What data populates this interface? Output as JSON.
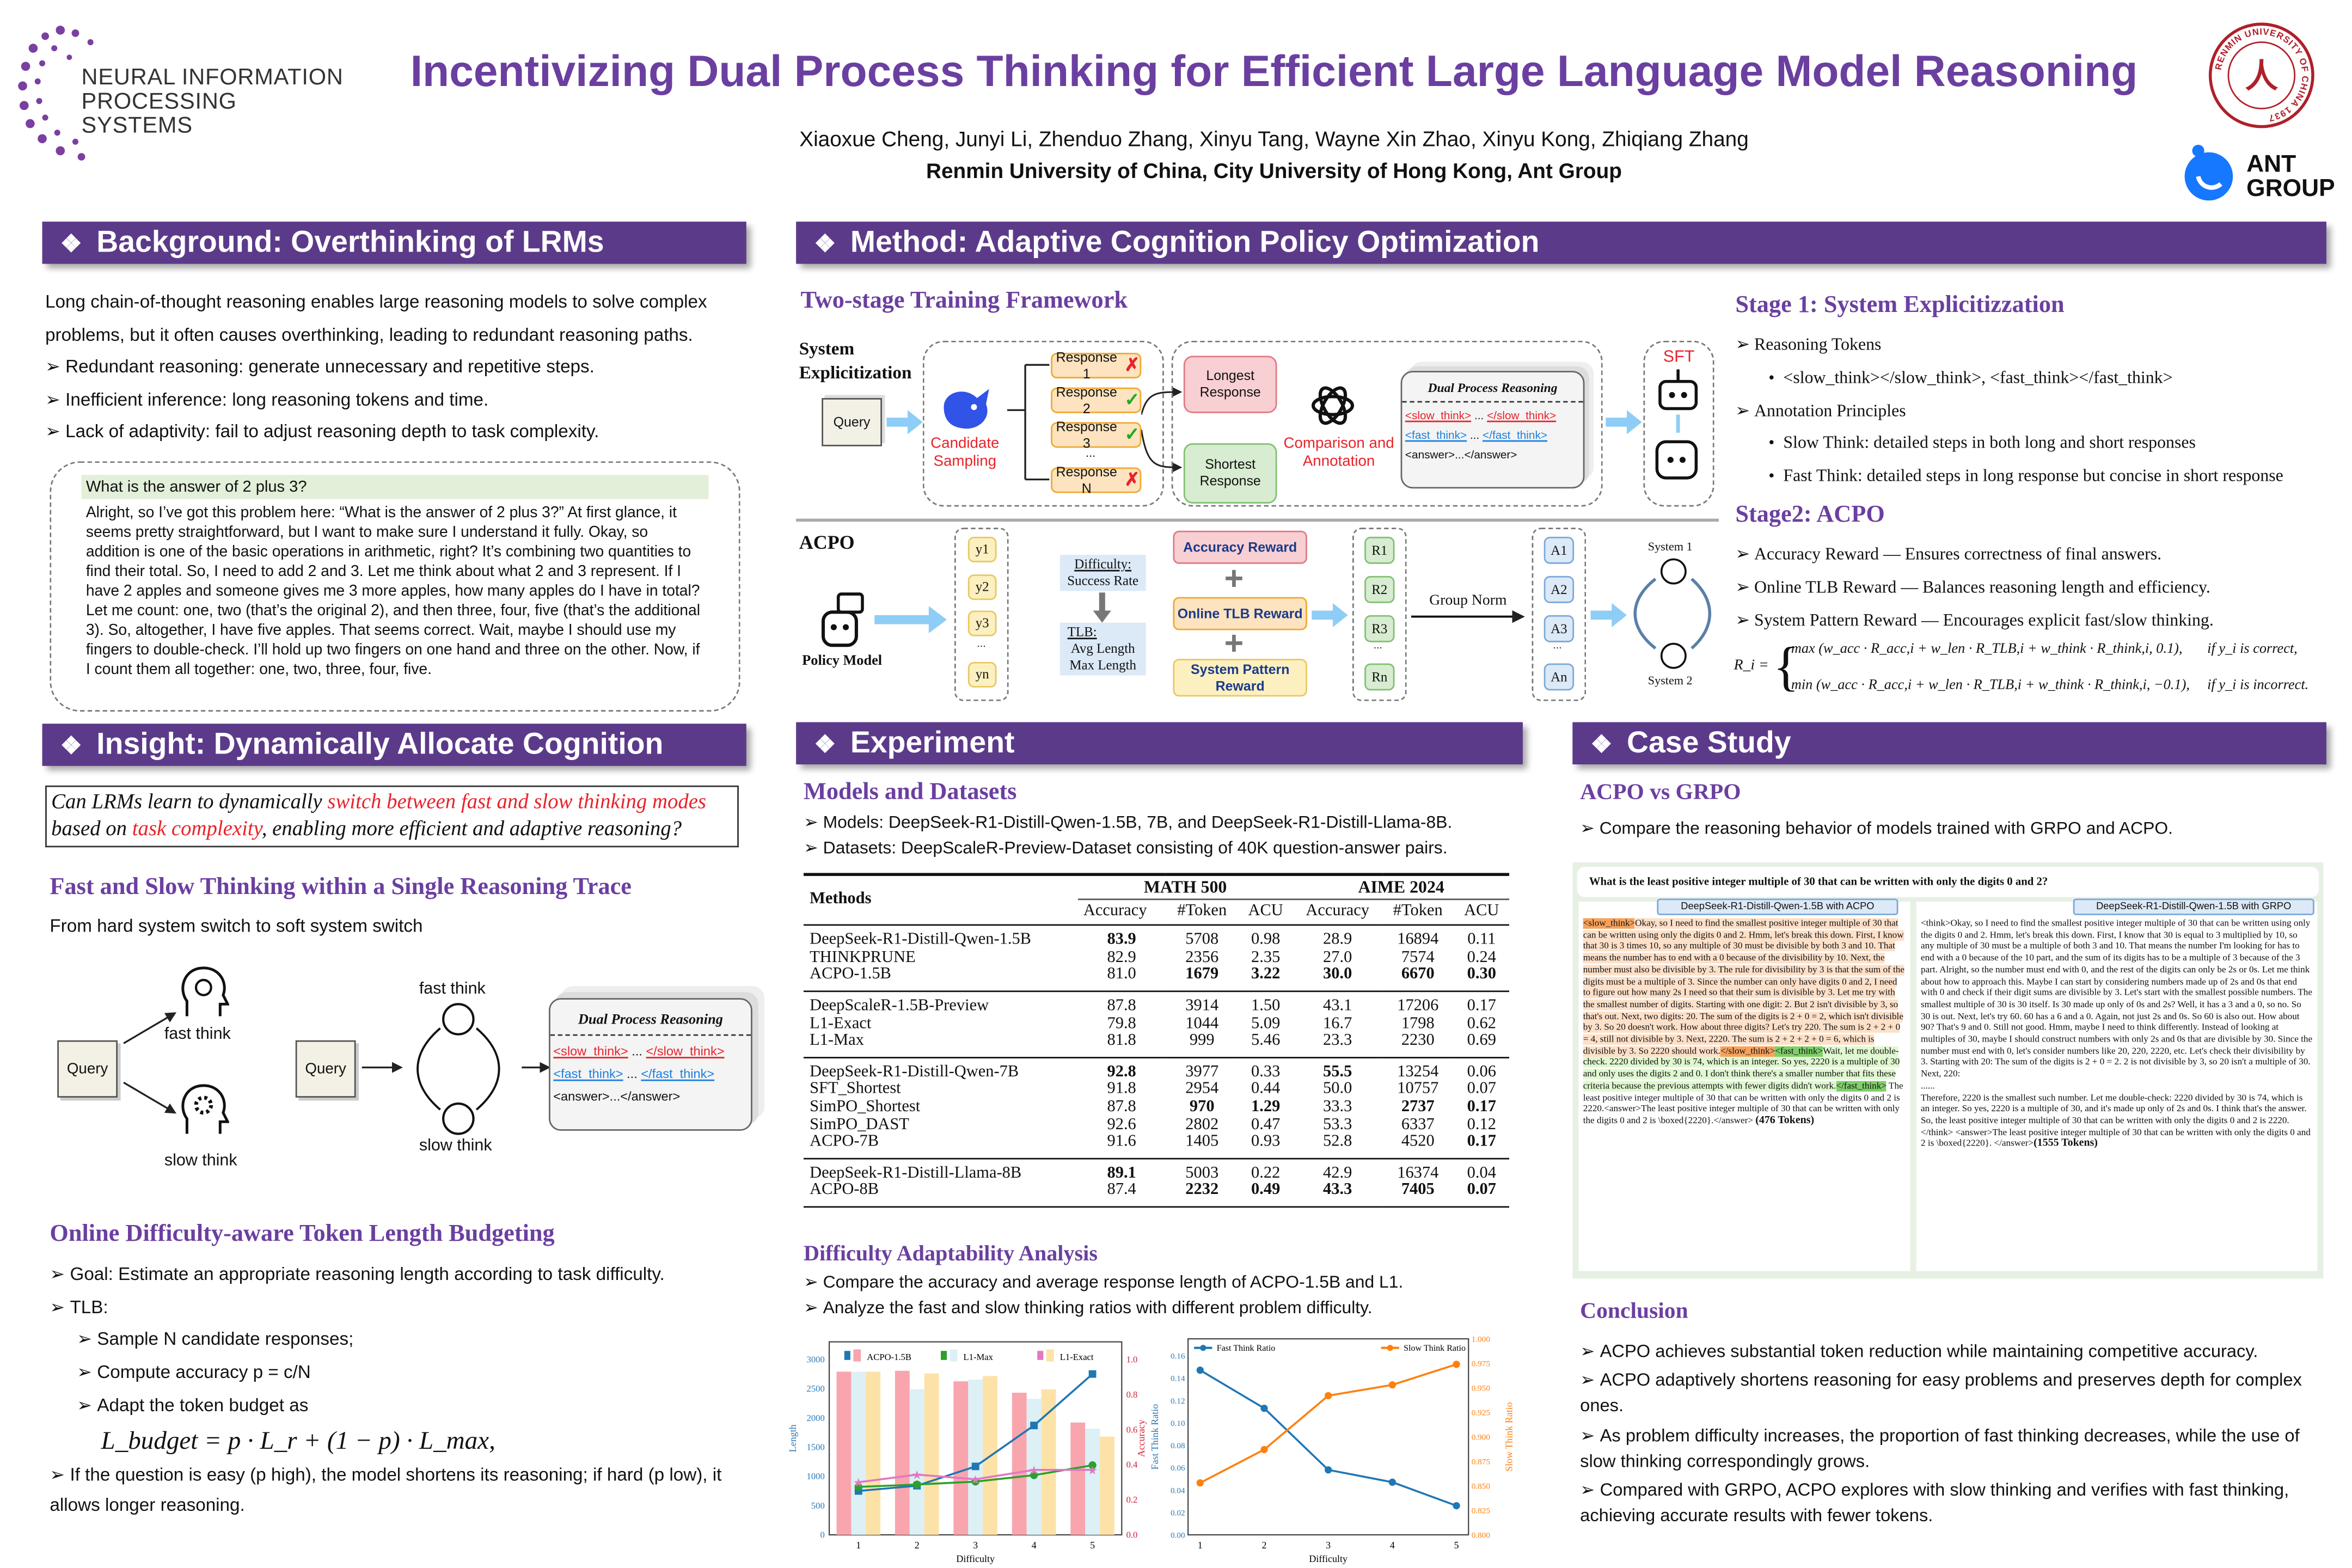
{
  "header": {
    "logo_text": "NEURAL INFORMATION PROCESSING SYSTEMS",
    "logo_line1": "NEURAL INFORMATION",
    "logo_line2": "PROCESSING SYSTEMS",
    "title": "Incentivizing Dual Process Thinking for Efficient Large Language Model Reasoning",
    "authors": "Xiaoxue Cheng, Junyi Li, Zhenduo Zhang, Xinyu Tang, Wayne Xin Zhao, Xinyu Kong, Zhiqiang Zhang",
    "affiliations": "Renmin University of China,  City University of Hong Kong, Ant Group",
    "ruc_logo_text": "RENMIN UNIVERSITY OF CHINA 1937",
    "ant_line1": "ANT",
    "ant_line2": "GROUP"
  },
  "background": {
    "heading": "Background: Overthinking of LRMs",
    "intro": "Long chain-of-thought reasoning enables large reasoning models to solve complex problems, but it often causes overthinking, leading to redundant reasoning paths.",
    "bullets": [
      "Redundant reasoning: generate unnecessary and repetitive steps.",
      "Inefficient inference: long reasoning tokens and time.",
      "Lack of adaptivity: fail to adjust reasoning depth to task complexity."
    ],
    "example_question": "What is the answer of 2 plus 3?",
    "example_response": "Alright, so I’ve got this problem here: “What is the answer of 2 plus 3?” At first glance, it seems pretty straightforward, but I want to make sure I understand it fully. Okay, so addition is one of the basic operations in arithmetic, right? It’s combining two quantities to find their total. So, I need to add 2 and 3. Let me think about what 2 and 3 represent. If I have 2 apples and someone gives me 3 more apples, how many apples do I have in total? Let me count: one, two (that’s the original 2), and then three, four, five (that’s the additional 3). So, altogether, I have five apples. That seems correct. Wait, maybe I should use my fingers to double-check. I’ll hold up two fingers on one hand and three on the other. Now, if I count them all together: one, two, three, four, five."
  },
  "insight": {
    "heading": "Insight: Dynamically Allocate Cognition",
    "q_pre": "Can LRMs learn to dynamically ",
    "q_red1": "switch between fast and slow thinking modes",
    "q_mid": " based on ",
    "q_red2": "task complexity",
    "q_post": ", enabling more efficient and adaptive reasoning?",
    "sub1": "Fast and Slow Thinking within a Single Reasoning Trace",
    "sub1_text": "From hard system switch to soft system switch",
    "query": "Query",
    "fast_think": "fast think",
    "slow_think": "slow think",
    "dpr_title": "Dual Process Reasoning",
    "slow_open": "<slow_think>",
    "slow_close": "</slow_think>",
    "fast_open": "<fast_think>",
    "fast_close": "</fast_think>",
    "ellipsis": "...",
    "answer_tag": "<answer>...</answer>",
    "sub2": "Online Difficulty-aware Token Length Budgeting",
    "goal": "Goal: Estimate an appropriate reasoning length according to task difficulty.",
    "tlb": "TLB:",
    "tlb_steps": [
      "Sample N candidate responses;",
      "Compute accuracy p = c/N",
      "Adapt the token budget as"
    ],
    "formula": "L_budget = p · L_r + (1 − p) · L_max,",
    "conclusion": "If the question is easy (p high), the model shortens its reasoning; if hard (p low), it allows longer reasoning."
  },
  "method": {
    "heading": "Method: Adaptive Cognition Policy Optimization",
    "sub": "Two-stage Training Framework",
    "stage1_label": "System Explicitization",
    "query": "Query",
    "candidate_sampling": "Candidate Sampling",
    "responses": [
      "Response 1",
      "Response 2",
      "Response 3",
      "...",
      "Response N"
    ],
    "response_marks": [
      "✗",
      "✓",
      "✓",
      "",
      "✗"
    ],
    "longest": "Longest Response",
    "shortest": "Shortest Response",
    "comparison": "Comparison and Annotation",
    "dpr_title": "Dual Process Reasoning",
    "sft": "SFT",
    "acpo_label": "ACPO",
    "policy_model": "Policy Model",
    "ys": [
      "y1",
      "y2",
      "y3",
      "...",
      "yn"
    ],
    "difficulty": "Difficulty:",
    "success_rate": "Success Rate",
    "tlb": "TLB:",
    "avg_len": "Avg Length",
    "max_len": "Max Length",
    "acc_reward": "Accuracy Reward",
    "tlb_reward": "Online TLB Reward",
    "sp_reward": "System Pattern Reward",
    "plus": "+",
    "rs": [
      "R1",
      "R2",
      "R3",
      "...",
      "Rn"
    ],
    "group_norm": "Group Norm",
    "as": [
      "A1",
      "A2",
      "A3",
      "...",
      "An"
    ],
    "system1": "System 1",
    "system2": "System 2",
    "stage1_title": "Stage 1: System Explicitizzation",
    "reasoning_tokens": "Reasoning Tokens",
    "tokens": "<slow_think></slow_think>, <fast_think></fast_think>",
    "annotation": "Annotation Principles",
    "slow_rule": "Slow Think: detailed steps in both long and short responses",
    "fast_rule": "Fast Think: detailed steps in long response but concise in short response",
    "stage2_title": "Stage2: ACPO",
    "s2_bullets": [
      "Accuracy Reward — Ensures correctness of final answers.",
      "Online TLB Reward — Balances reasoning length and efficiency.",
      "System Pattern Reward — Encourages explicit fast/slow thinking."
    ],
    "eq_lhs": "R_i =",
    "eq_case1": "max (w_acc · R_acc,i + w_len · R_TLB,i + w_think · R_think,i, 0.1),",
    "eq_cond1": "if y_i is correct,",
    "eq_case2": "min (w_acc · R_acc,i + w_len · R_TLB,i + w_think · R_think,i, −0.1),",
    "eq_cond2": "if y_i is incorrect."
  },
  "experiment": {
    "heading": "Experiment",
    "sub1": "Models and Datasets",
    "models": "Models: DeepSeek-R1-Distill-Qwen-1.5B, 7B, and DeepSeek-R1-Distill-Llama-8B.",
    "datasets": "Datasets: DeepScaleR-Preview-Dataset consisting of 40K question-answer pairs.",
    "table": {
      "methods_header": "Methods",
      "groups": [
        "MATH 500",
        "AIME 2024"
      ],
      "cols": [
        "Accuracy",
        "#Token",
        "ACU",
        "Accuracy",
        "#Token",
        "ACU"
      ],
      "blocks": [
        [
          {
            "m": "DeepSeek-R1-Distill-Qwen-1.5B",
            "v": [
              "83.9",
              "5708",
              "0.98",
              "28.9",
              "16894",
              "0.11"
            ],
            "b": [
              0
            ]
          },
          {
            "m": "THINKPRUNE",
            "v": [
              "82.9",
              "2356",
              "2.35",
              "27.0",
              "7574",
              "0.24"
            ],
            "b": []
          },
          {
            "m": "ACPO-1.5B",
            "v": [
              "81.0",
              "1679",
              "3.22",
              "30.0",
              "6670",
              "0.30"
            ],
            "b": [
              1,
              2,
              3,
              4,
              5
            ]
          }
        ],
        [
          {
            "m": "DeepScaleR-1.5B-Preview",
            "v": [
              "87.8",
              "3914",
              "1.50",
              "43.1",
              "17206",
              "0.17"
            ],
            "b": []
          },
          {
            "m": "L1-Exact",
            "v": [
              "79.8",
              "1044",
              "5.09",
              "16.7",
              "1798",
              "0.62"
            ],
            "b": []
          },
          {
            "m": "L1-Max",
            "v": [
              "81.8",
              "999",
              "5.46",
              "23.3",
              "2230",
              "0.69"
            ],
            "b": []
          }
        ],
        [
          {
            "m": "DeepSeek-R1-Distill-Qwen-7B",
            "v": [
              "92.8",
              "3977",
              "0.33",
              "55.5",
              "13254",
              "0.06"
            ],
            "b": [
              0,
              3
            ]
          },
          {
            "m": "SFT_Shortest",
            "v": [
              "91.8",
              "2954",
              "0.44",
              "50.0",
              "10757",
              "0.07"
            ],
            "b": []
          },
          {
            "m": "SimPO_Shortest",
            "v": [
              "87.8",
              "970",
              "1.29",
              "33.3",
              "2737",
              "0.17"
            ],
            "b": [
              1,
              2,
              4,
              5
            ]
          },
          {
            "m": "SimPO_DAST",
            "v": [
              "92.6",
              "2802",
              "0.47",
              "53.3",
              "6337",
              "0.12"
            ],
            "b": []
          },
          {
            "m": "ACPO-7B",
            "v": [
              "91.6",
              "1405",
              "0.93",
              "52.8",
              "4520",
              "0.17"
            ],
            "b": [
              5
            ]
          }
        ],
        [
          {
            "m": "DeepSeek-R1-Distill-Llama-8B",
            "v": [
              "89.1",
              "5003",
              "0.22",
              "42.9",
              "16374",
              "0.04"
            ],
            "b": [
              0
            ]
          },
          {
            "m": "ACPO-8B",
            "v": [
              "87.4",
              "2232",
              "0.49",
              "43.3",
              "7405",
              "0.07"
            ],
            "b": [
              1,
              2,
              3,
              4,
              5
            ]
          }
        ]
      ]
    },
    "sub2": "Difficulty Adaptability Analysis",
    "analysis": [
      "Compare the accuracy and average response length of ACPO-1.5B and L1.",
      "Analyze the fast and slow thinking ratios with different problem difficulty."
    ]
  },
  "chart_data": [
    {
      "type": "bar",
      "xlabel": "Difficulty",
      "ylabel": "Length",
      "y2label": "Accuracy",
      "categories": [
        "1",
        "2",
        "3",
        "4",
        "5"
      ],
      "ylim": [
        0,
        3300
      ],
      "yticks": [
        0,
        500,
        1000,
        1500,
        2000,
        2500,
        3000
      ],
      "y2lim": [
        0,
        1.1
      ],
      "y2ticks": [
        0.0,
        0.2,
        0.4,
        0.6,
        0.8,
        1.0
      ],
      "legend": "top",
      "bar_series_axis": "Accuracy",
      "line_series_axis": "Length",
      "series": [
        {
          "name": "ACPO-1.5B",
          "bar_color": "#f8a5ad",
          "line_color": "#1f77b4",
          "marker": "square",
          "accuracy": [
            0.93,
            0.935,
            0.875,
            0.81,
            0.64
          ],
          "length": [
            750,
            840,
            1170,
            1870,
            2750
          ]
        },
        {
          "name": "L1-Max",
          "bar_color": "#dcf0f6",
          "line_color": "#2ca02c",
          "marker": "circle",
          "accuracy": [
            0.93,
            0.83,
            0.885,
            0.775,
            0.605
          ],
          "length": [
            820,
            860,
            910,
            1020,
            1190
          ]
        },
        {
          "name": "L1-Exact",
          "bar_color": "#fde2a8",
          "line_color": "#e377c2",
          "marker": "star",
          "accuracy": [
            0.93,
            0.92,
            0.905,
            0.83,
            0.56
          ],
          "length": [
            900,
            1030,
            950,
            1110,
            1110
          ]
        }
      ]
    },
    {
      "type": "line",
      "xlabel": "Difficulty",
      "ylabel": "Fast Think Ratio",
      "y2label": "Slow Think Ratio",
      "x": [
        1,
        2,
        3,
        4,
        5
      ],
      "ylim": [
        0,
        0.175
      ],
      "yticks": [
        "0.00",
        "0.02",
        "0.04",
        "0.06",
        "0.08",
        "0.10",
        "0.12",
        "0.14",
        "0.16"
      ],
      "y2lim": [
        0.8,
        1.0
      ],
      "y2ticks": [
        "0.800",
        "0.825",
        "0.850",
        "0.875",
        "0.900",
        "0.925",
        "0.950",
        "0.975",
        "1.000"
      ],
      "legend": "top",
      "series": [
        {
          "name": "Fast Think Ratio",
          "axis": "left",
          "color": "#1f77b4",
          "values": [
            0.147,
            0.113,
            0.058,
            0.047,
            0.026
          ]
        },
        {
          "name": "Slow Think Ratio",
          "axis": "right",
          "color": "#ff7f0e",
          "values": [
            0.853,
            0.887,
            0.942,
            0.953,
            0.974
          ]
        }
      ]
    }
  ],
  "case": {
    "heading": "Case Study",
    "sub": "ACPO vs GRPO",
    "intro": "Compare the reasoning behavior of models trained with GRPO and ACPO.",
    "question": "What is the least positive integer multiple of 30 that can be written with only the digits 0 and 2?",
    "acpo_label": "DeepSeek-R1-Distill-Qwen-1.5B with ACPO",
    "grpo_label": "DeepSeek-R1-Distill-Qwen-1.5B with GRPO",
    "acpo": {
      "slow_open": "<slow_think>",
      "slow_text": "Okay, so I need to find the smallest positive integer multiple of 30 that can be written using only the digits 0 and 2. Hmm, let's break this down. First, I know that 30 is 3 times 10, so any multiple of 30 must be divisible by both 3 and 10. That means the number has to end with a 0 because of the divisibility by 10. Next, the number must also be divisible by 3. The rule for divisibility by 3 is that the sum of the digits must be a multiple of 3. Since the number can only have digits 0 and 2, I need to figure out how many 2s I need so that their sum is divisible by 3. Let me try with the smallest number of digits. Starting with one digit: 2. But 2 isn't divisible by 3, so that's out. Next, two digits: 20. The sum of the digits is 2 + 0 = 2, which isn't divisible by 3. So 20 doesn't work. How about three digits? Let's try 220. The sum is 2 + 2 + 0 = 4, still not divisible by 3. Next, 2220. The sum is 2 + 2 + 2 + 0 = 6, which is divisible by 3. So 2220 should work.",
      "slow_close": "</slow_think>",
      "fast_open": "<fast_think>",
      "fast_text": "Wait, let me double-check. 2220 divided by 30 is 74, which is an integer. So yes, 2220 is a multiple of 30 and only uses the digits 2 and 0. I don't think there's a smaller number that fits these criteria because the previous attempts with fewer digits didn't work.",
      "fast_close": "</fast_think>",
      "answer": "The least positive integer multiple of 30 that can be written with only the digits 0 and 2 is 2220.<answer>The least positive integer multiple of 30 that can be written with only the digits 0 and 2 is \\boxed{2220}.</answer> ",
      "tokens": "(476 Tokens)"
    },
    "grpo": {
      "text1": "<think>Okay, so I need to find the smallest positive integer multiple of 30 that can be written using only the digits 0 and 2. Hmm, let's break this down.  First, I know that 30 is equal to 3 multiplied by 10, so any multiple of 30 must be a multiple of both 3 and 10. That means the number I'm looking for has to end with a 0 because of the 10 part, and the sum of its digits has to be a multiple of 3 because of the 3 part. Alright, so the number must end with 0, and the rest of the digits can only be 2s or 0s. Let me think about how to approach this. Maybe I can start by considering numbers made up of 2s and 0s that end with 0 and check if their digit sums are divisible by 3. Let's start with the smallest possible numbers. The smallest multiple of 30 is 30 itself. Is 30 made up only of 0s and 2s? Well, it has a 3 and a 0, so no. So 30 is out. Next, let's try 60. 60 has a 6 and a 0. Again, not just 2s and 0s. So 60 is also out. How about 90? That's 9 and 0. Still not good. Hmm, maybe I need to think differently. Instead of looking at multiples of 30, maybe I should construct numbers with only 2s and 0s that are divisible by 30. Since the number must end with 0, let's consider numbers like 20, 220, 2220, etc. Let's check their divisibility by 3. Starting with 20: The sum of the digits is 2 + 0 = 2. 2 is not divisible by 3, so 20 isn't a multiple of 30. Next, 220:",
      "dots": "......",
      "text2": "Therefore, 2220 is the smallest such number. Let me double-check: 2220 divided by 30 is 74, which is an integer. So yes, 2220 is a multiple of 30, and it's made up only of 2s and 0s. I think that's the answer. So, the least positive integer multiple of 30 that can be written with only the digits 0 and 2 is 2220.</think> <answer>The least positive integer multiple of 30 that can be written with only the digits 0 and 2 is \\boxed{2220}. </answer>",
      "tokens": "(1555 Tokens)"
    },
    "conclusion_heading": "Conclusion",
    "conclusions": [
      "ACPO achieves substantial token reduction while maintaining competitive accuracy.",
      "ACPO adaptively shortens reasoning for easy problems and preserves depth for complex ones.",
      "As problem difficulty increases, the proportion of fast thinking decreases, while the use of slow thinking correspondingly grows.",
      "Compared with GRPO, ACPO explores with slow thinking and verifies with fast thinking, achieving accurate results with fewer tokens."
    ]
  },
  "colors": {
    "purple": "#5c3a8a",
    "title": "#6b3fa0",
    "red": "#e8232b",
    "blue": "#1a7fe0"
  }
}
